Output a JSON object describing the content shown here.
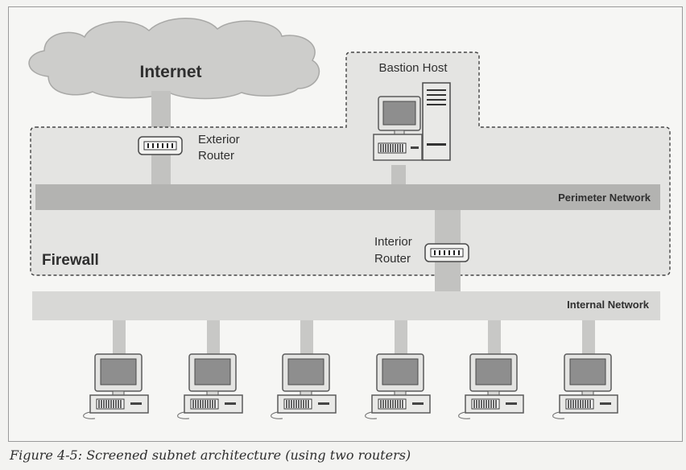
{
  "labels": {
    "internet": "Internet",
    "bastion_host": "Bastion Host",
    "exterior_router_line1": "Exterior",
    "exterior_router_line2": "Router",
    "perimeter_network": "Perimeter Network",
    "firewall": "Firewall",
    "interior_router_line1": "Interior",
    "interior_router_line2": "Router",
    "internal_network": "Internal Network"
  },
  "caption": "Figure 4-5:  Screened subnet architecture (using two routers)"
}
